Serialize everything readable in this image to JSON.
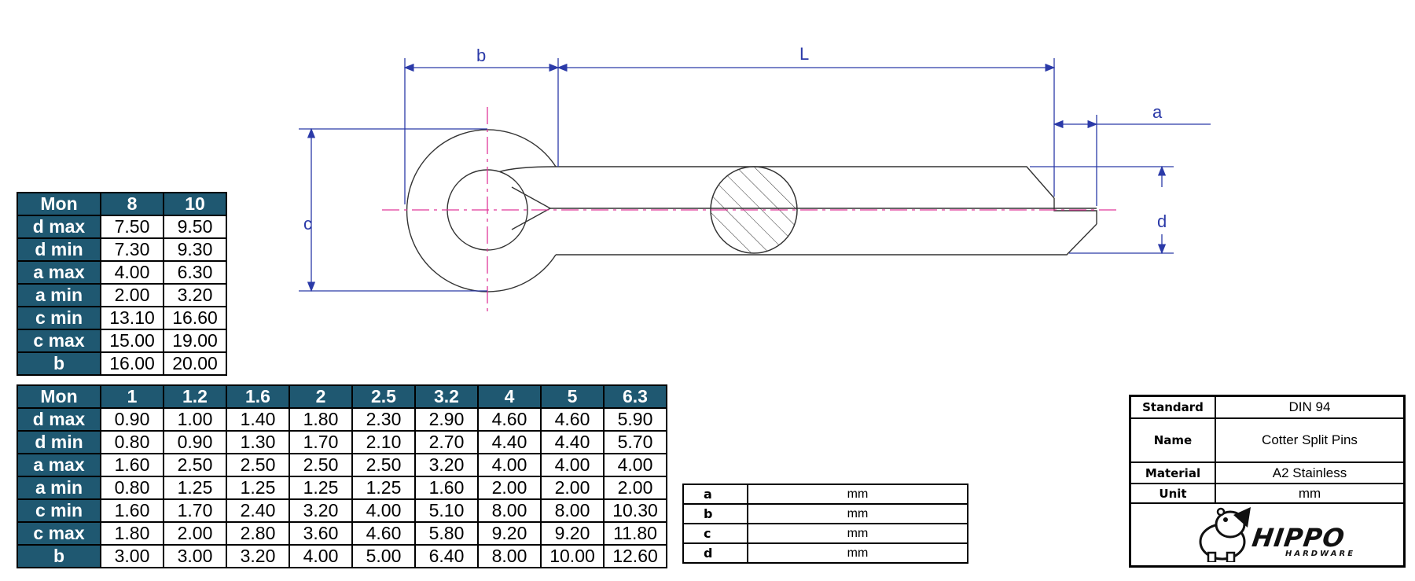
{
  "drawing": {
    "dim_labels": {
      "b": "b",
      "L": "L",
      "a": "a",
      "c": "c",
      "d": "d"
    }
  },
  "table_small": {
    "header": [
      "Mon",
      "8",
      "10"
    ],
    "rows": [
      [
        "d max",
        "7.50",
        "9.50"
      ],
      [
        "d min",
        "7.30",
        "9.30"
      ],
      [
        "a max",
        "4.00",
        "6.30"
      ],
      [
        "a min",
        "2.00",
        "3.20"
      ],
      [
        "c min",
        "13.10",
        "16.60"
      ],
      [
        "c max",
        "15.00",
        "19.00"
      ],
      [
        "b",
        "16.00",
        "20.00"
      ]
    ]
  },
  "table_large": {
    "header": [
      "Mon",
      "1",
      "1.2",
      "1.6",
      "2",
      "2.5",
      "3.2",
      "4",
      "5",
      "6.3"
    ],
    "rows": [
      [
        "d max",
        "0.90",
        "1.00",
        "1.40",
        "1.80",
        "2.30",
        "2.90",
        "4.60",
        "4.60",
        "5.90"
      ],
      [
        "d min",
        "0.80",
        "0.90",
        "1.30",
        "1.70",
        "2.10",
        "2.70",
        "4.40",
        "4.40",
        "5.70"
      ],
      [
        "a max",
        "1.60",
        "2.50",
        "2.50",
        "2.50",
        "2.50",
        "3.20",
        "4.00",
        "4.00",
        "4.00"
      ],
      [
        "a min",
        "0.80",
        "1.25",
        "1.25",
        "1.25",
        "1.25",
        "1.60",
        "2.00",
        "2.00",
        "2.00"
      ],
      [
        "c min",
        "1.60",
        "1.70",
        "2.40",
        "3.20",
        "4.00",
        "5.10",
        "8.00",
        "8.00",
        "10.30"
      ],
      [
        "c max",
        "1.80",
        "2.00",
        "2.80",
        "3.60",
        "4.60",
        "5.80",
        "9.20",
        "9.20",
        "11.80"
      ],
      [
        "b",
        "3.00",
        "3.00",
        "3.20",
        "4.00",
        "5.00",
        "6.40",
        "8.00",
        "10.00",
        "12.60"
      ]
    ]
  },
  "units_table": {
    "rows": [
      [
        "a",
        "mm"
      ],
      [
        "b",
        "mm"
      ],
      [
        "c",
        "mm"
      ],
      [
        "d",
        "mm"
      ]
    ]
  },
  "title_block": {
    "standard_label": "Standard",
    "standard_value": "DIN 94",
    "name_label": "Name",
    "name_value": "Cotter Split Pins",
    "material_label": "Material",
    "material_value": "A2 Stainless",
    "unit_label": "Unit",
    "unit_value": "mm",
    "logo_text": "HIPPO",
    "logo_sub": "HARDWARE"
  },
  "colors": {
    "dimension": "#2b3aa8",
    "centerline": "#e0389a",
    "header_bg": "#1f5871"
  }
}
